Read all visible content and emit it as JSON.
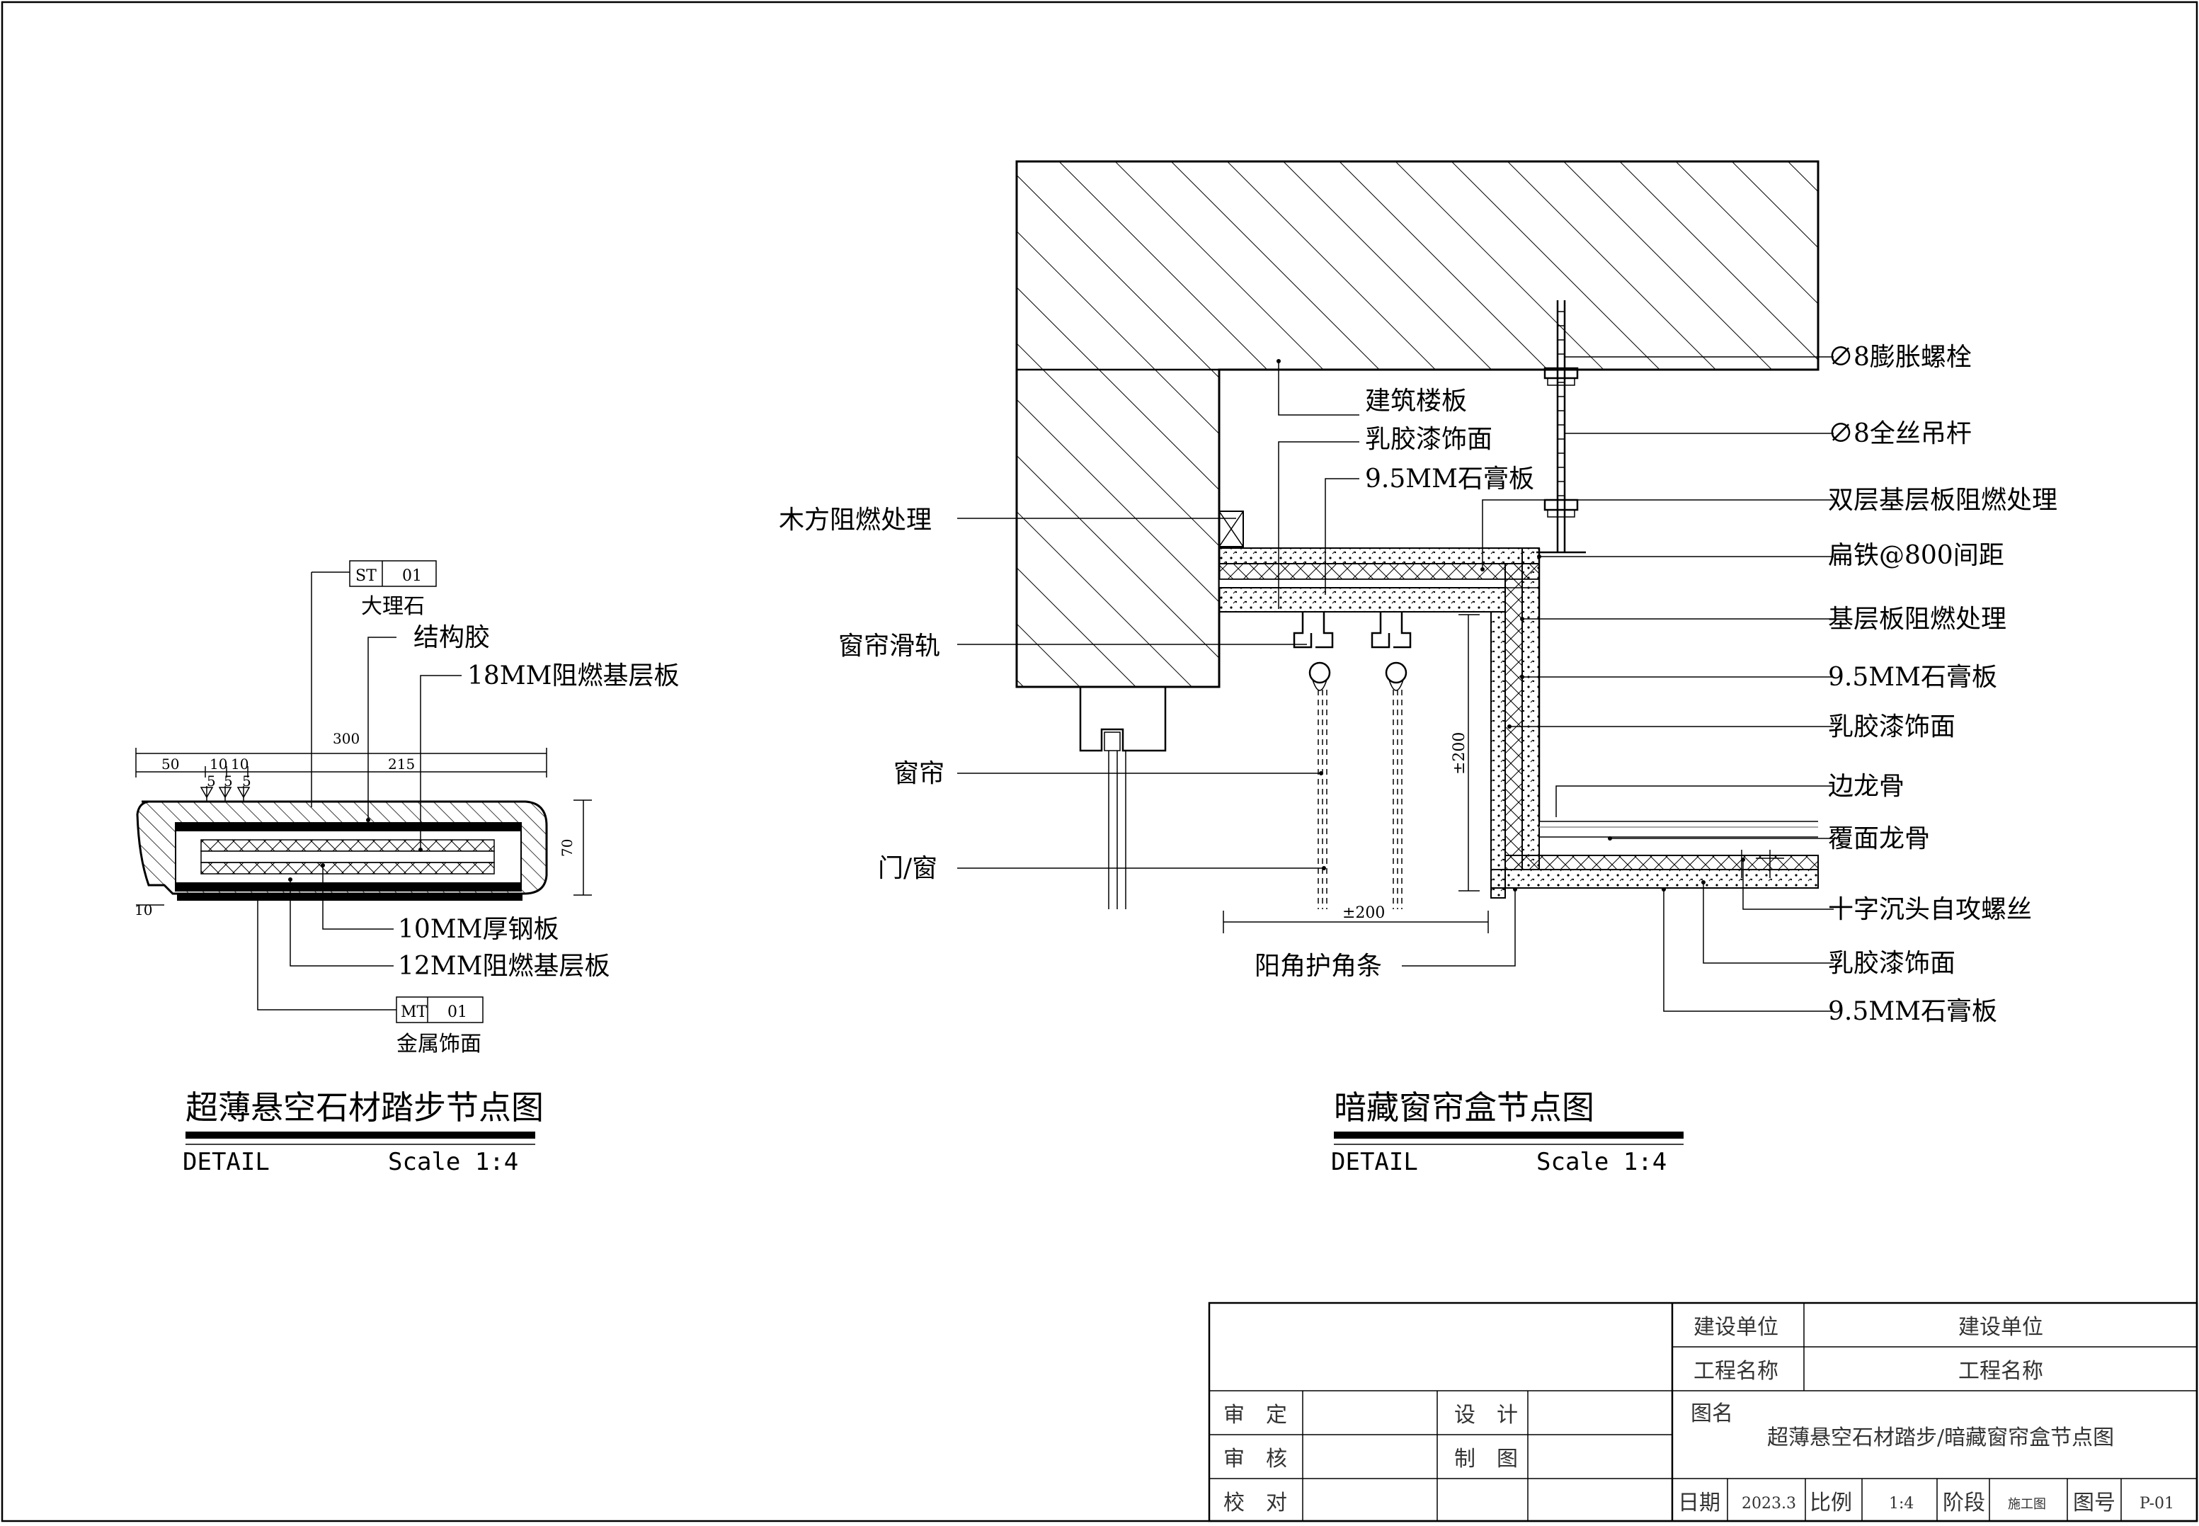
{
  "left_detail": {
    "title": "超薄悬空石材踏步节点图",
    "detail_label": "DETAIL",
    "scale_label": "Scale 1:4",
    "tag_top": {
      "code": "ST",
      "num": "01",
      "caption": "大理石"
    },
    "tag_bottom": {
      "code": "MT",
      "num": "01",
      "caption": "金属饰面"
    },
    "labels": {
      "glue": "结构胶",
      "board18": "18MM阻燃基层板",
      "steel10": "10MM厚钢板",
      "board12": "12MM阻燃基层板"
    },
    "dims": {
      "total": "300",
      "d50": "50",
      "d10a": "10",
      "d10b": "10",
      "d215": "215",
      "d5a": "5",
      "d5b": "5",
      "d5c": "5",
      "height": "70",
      "d10bottom": "10"
    }
  },
  "right_detail": {
    "title": "暗藏窗帘盒节点图",
    "detail_label": "DETAIL",
    "scale_label": "Scale 1:4",
    "left_labels": {
      "wood": "木方阻燃处理",
      "rail": "窗帘滑轨",
      "curtain": "窗帘",
      "door": "门/窗",
      "corner": "阳角护角条"
    },
    "top_labels": {
      "floor": "建筑楼板",
      "paint": "乳胶漆饰面",
      "gypsum": "9.5MM石膏板"
    },
    "right_labels": {
      "bolt": "∅8膨胀螺栓",
      "rod": "∅8全丝吊杆",
      "double_board": "双层基层板阻燃处理",
      "flat_iron": "扁铁@800间距",
      "base_board": "基层板阻燃处理",
      "gypsum1": "9.5MM石膏板",
      "paint1": "乳胶漆饰面",
      "edge_keel": "边龙骨",
      "cover_keel": "覆面龙骨",
      "screw": "十字沉头自攻螺丝",
      "paint2": "乳胶漆饰面",
      "gypsum2": "9.5MM石膏板"
    },
    "dims": {
      "horizontal": "±200",
      "vertical": "±200"
    }
  },
  "title_block": {
    "client_label": "建设单位",
    "client_value": "建设单位",
    "project_label": "工程名称",
    "project_value": "工程名称",
    "drawing_name_label": "图名",
    "drawing_name_value": "超薄悬空石材踏步/暗藏窗帘盒节点图",
    "review_label": "审　定",
    "check_label": "审　核",
    "proof_label": "校　对",
    "design_label": "设　计",
    "draw_label": "制　图",
    "date_label": "日期",
    "date_value": "2023.3",
    "scale_label": "比例",
    "scale_value": "1:4",
    "stage_label": "阶段",
    "stage_value": "施工图",
    "sheet_label": "图号",
    "sheet_value": "P-01"
  }
}
